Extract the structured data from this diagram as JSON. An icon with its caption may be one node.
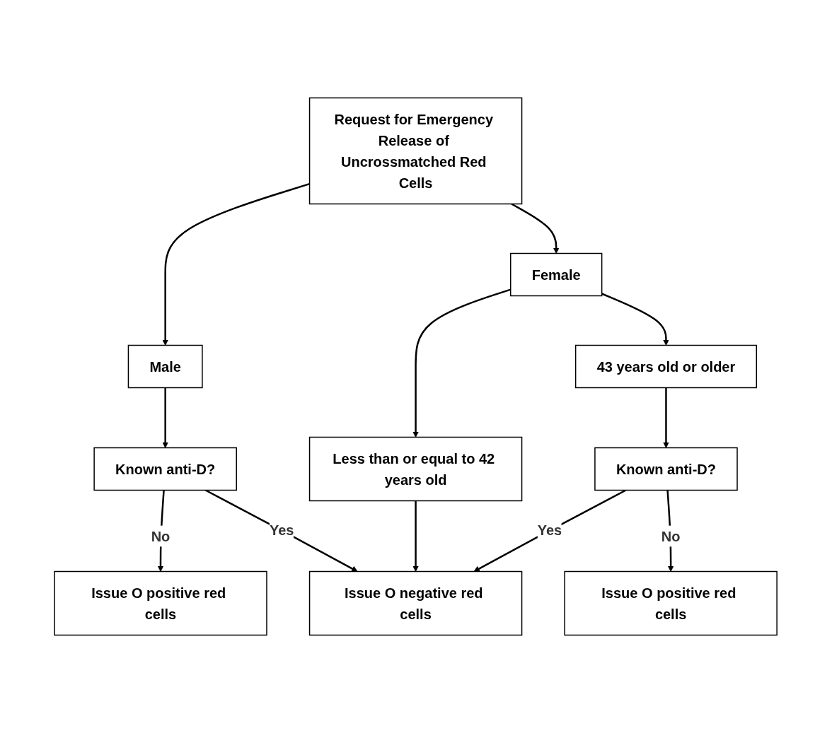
{
  "diagram": {
    "nodes": [
      {
        "text": [
          "Request for Emergency Release of Uncrossmatched Red Cells"
        ]
      },
      {
        "text": [
          "Male"
        ]
      },
      {
        "text": [
          "Female"
        ]
      },
      {
        "text": [
          "Less than or equal to 42 years old"
        ]
      },
      {
        "text": [
          "43 years old or older"
        ]
      },
      {
        "text": [
          "Known anti-D?"
        ]
      },
      {
        "text": [
          "Known anti-D?"
        ]
      },
      {
        "text": [
          "Issue O positive red cells"
        ]
      },
      {
        "text": [
          "Issue O negative red cells"
        ]
      },
      {
        "text": [
          "Issue O positive red cells"
        ]
      }
    ],
    "edges": [
      {
        "from": 0,
        "to": 1,
        "arrow": "to"
      },
      {
        "from": 0,
        "to": 2,
        "arrow": "to"
      },
      {
        "from": 1,
        "to": 5,
        "arrow": "to"
      },
      {
        "from": 2,
        "to": 3,
        "arrow": "to"
      },
      {
        "from": 2,
        "to": 4,
        "arrow": "to"
      },
      {
        "from": 4,
        "to": 6,
        "arrow": "to"
      },
      {
        "from": 5,
        "to": 7,
        "label": "No",
        "arrow": "to"
      },
      {
        "from": 5,
        "to": 8,
        "label": "Yes",
        "arrow": "to"
      },
      {
        "from": 3,
        "to": 8,
        "arrow": "to"
      },
      {
        "from": 6,
        "to": 8,
        "label": "Yes",
        "arrow": "to"
      },
      {
        "from": 6,
        "to": 9,
        "label": "No",
        "arrow": "to"
      }
    ]
  }
}
